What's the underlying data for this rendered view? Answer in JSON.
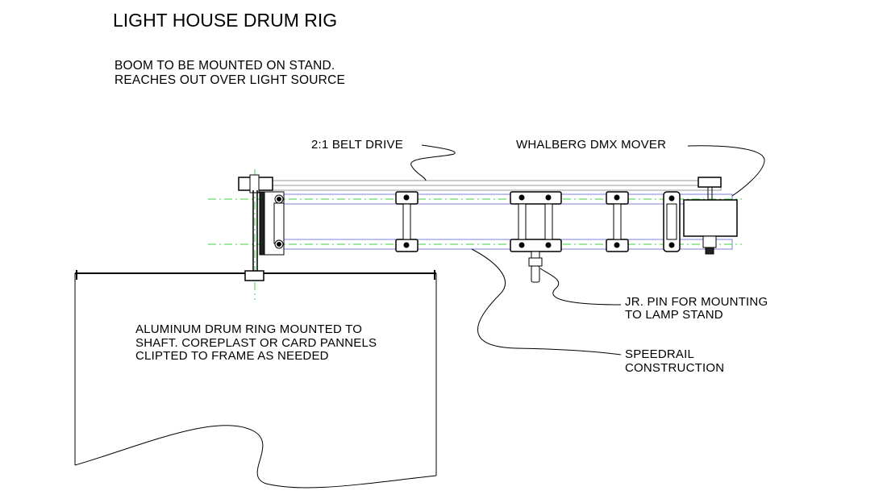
{
  "title": "LIGHT HOUSE DRUM RIG",
  "note": {
    "line1": "BOOM TO BE MOUNTED ON STAND.",
    "line2": "REACHES OUT OVER LIGHT SOURCE"
  },
  "labels": {
    "belt_drive": "2:1 BELT DRIVE",
    "dmx_mover": "WHALBERG DMX MOVER",
    "jr_pin": [
      "JR. PIN FOR MOUNTING",
      "TO LAMP STAND"
    ],
    "speedrail": [
      "SPEEDRAIL",
      "CONSTRUCTION"
    ],
    "drum": [
      "ALUMINUM DRUM RING MOUNTED TO",
      "SHAFT.  COREPLAST OR CARD PANNELS",
      "CLIPTED TO FRAME AS NEEDED"
    ]
  },
  "colors": {
    "centerline": "#3fd13f",
    "rail": "#7f7fd9",
    "line": "#000000"
  }
}
